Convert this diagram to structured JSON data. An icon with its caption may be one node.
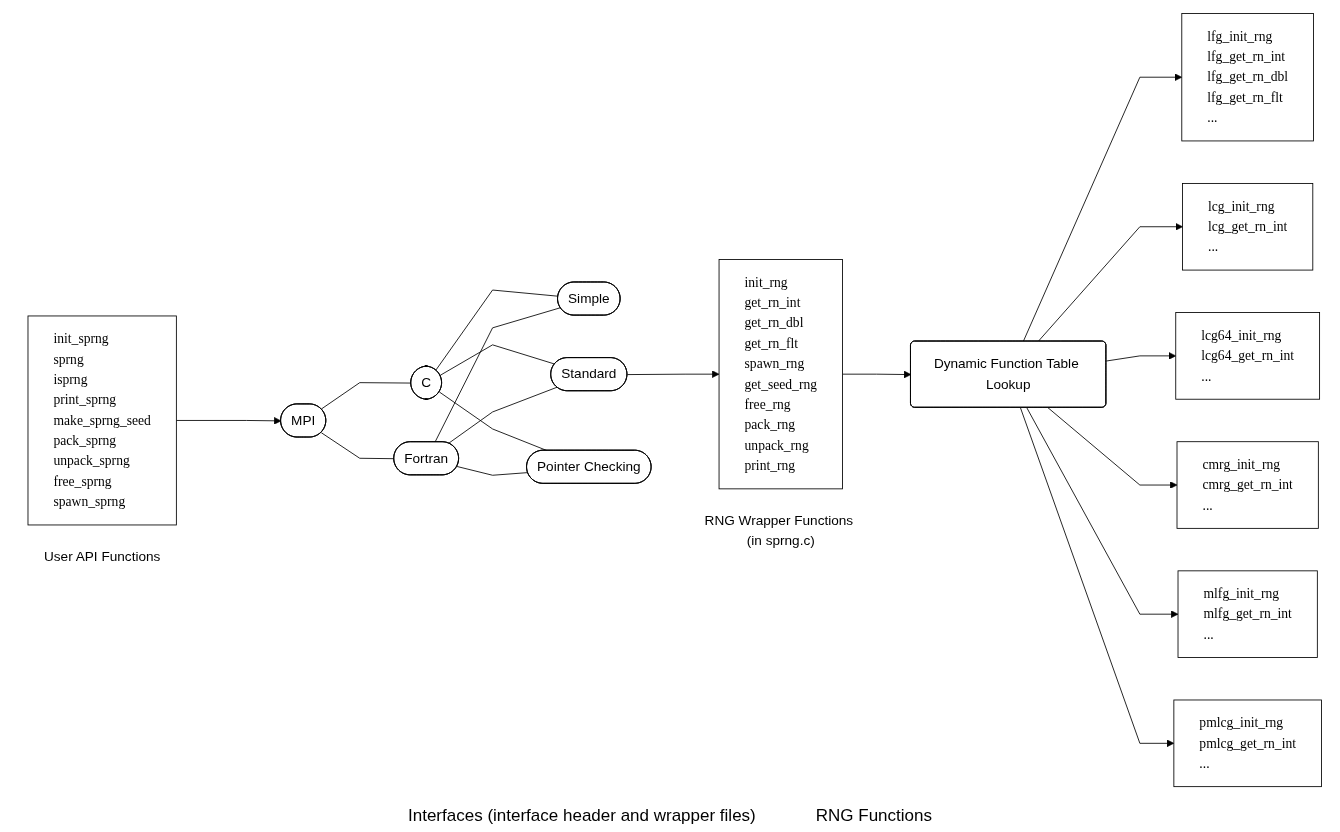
{
  "diagram": {
    "nodes": [
      {
        "text": [
          "init_sprng",
          "sprng",
          "isprng",
          "print_sprng",
          "make_sprng_seed",
          "pack_sprng",
          "unpack_sprng",
          "free_sprng",
          "spawn_sprng"
        ],
        "beside": [
          "User API Functions"
        ]
      },
      {
        "text": [
          "MPI"
        ]
      },
      {
        "text": [
          "C"
        ]
      },
      {
        "text": [
          "Fortran"
        ]
      },
      {
        "text": [
          "Simple"
        ]
      },
      {
        "text": [
          "Standard"
        ]
      },
      {
        "text": [
          "Pointer Checking"
        ]
      },
      {
        "text": [
          "init_rng",
          "get_rn_int",
          "get_rn_dbl",
          "get_rn_flt",
          "spawn_rng",
          "get_seed_rng",
          "free_rng",
          "pack_rng",
          "unpack_rng",
          "print_rng"
        ],
        "beside": [
          "RNG Wrapper Functions (in sprng.c)"
        ]
      },
      {
        "text": [
          "Dynamic Function Table Lookup"
        ]
      },
      {
        "text": [
          "lfg_init_rng",
          "lfg_get_rn_int",
          "lfg_get_rn_dbl",
          "lfg_get_rn_flt",
          "..."
        ]
      },
      {
        "text": [
          "lcg_init_rng",
          "lcg_get_rn_int",
          "..."
        ]
      },
      {
        "text": [
          "lcg64_init_rng",
          "lcg64_get_rn_int",
          "..."
        ]
      },
      {
        "text": [
          "cmrg_init_rng",
          "cmrg_get_rn_int",
          "..."
        ]
      },
      {
        "text": [
          "mlfg_init_rng",
          "mlfg_get_rn_int",
          "..."
        ]
      },
      {
        "text": [
          "pmlcg_init_rng",
          "pmlcg_get_rn_int",
          "..."
        ]
      }
    ],
    "edges": [
      {
        "from": 0,
        "to": 1,
        "arrow": "to"
      },
      {
        "from": 1,
        "to": 2,
        "arrow": "none"
      },
      {
        "from": 1,
        "to": 3,
        "arrow": "none"
      },
      {
        "from": 2,
        "to": 4,
        "arrow": "none"
      },
      {
        "from": 2,
        "to": 5,
        "arrow": "none"
      },
      {
        "from": 2,
        "to": 6,
        "arrow": "none"
      },
      {
        "from": 3,
        "to": 4,
        "arrow": "none"
      },
      {
        "from": 3,
        "to": 5,
        "arrow": "none"
      },
      {
        "from": 3,
        "to": 6,
        "arrow": "none"
      },
      {
        "from": 5,
        "to": 7,
        "arrow": "to"
      },
      {
        "from": 7,
        "to": 8,
        "arrow": "to"
      },
      {
        "from": 8,
        "to": 9,
        "arrow": "to"
      },
      {
        "from": 8,
        "to": 10,
        "arrow": "to"
      },
      {
        "from": 8,
        "to": 11,
        "arrow": "to"
      },
      {
        "from": 8,
        "to": 12,
        "arrow": "to"
      },
      {
        "from": 8,
        "to": 13,
        "arrow": "to"
      },
      {
        "from": 8,
        "to": 14,
        "arrow": "to"
      }
    ],
    "labels": [
      "Interfaces (interface header and wrapper files)",
      "RNG Functions"
    ]
  }
}
